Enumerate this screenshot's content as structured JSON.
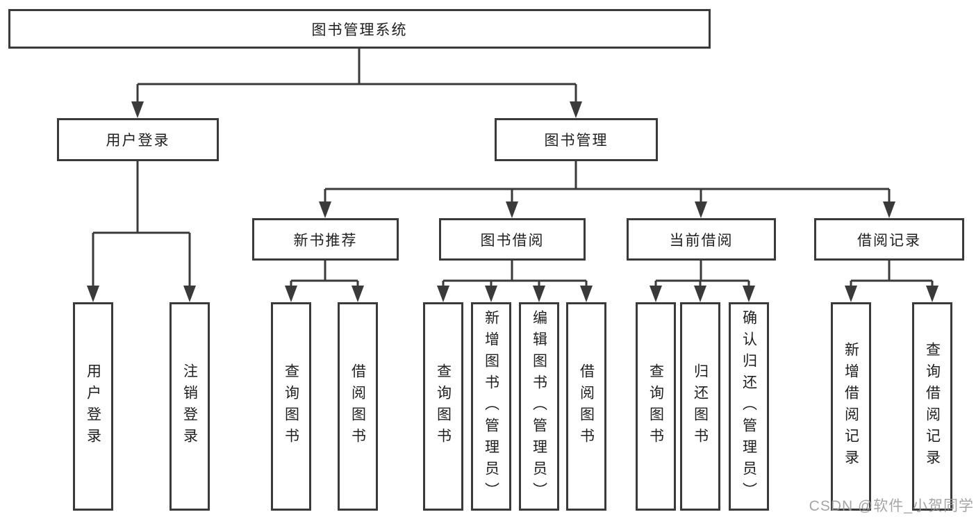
{
  "root": {
    "label": "图书管理系统"
  },
  "branches": {
    "user_login": {
      "label": "用户登录"
    },
    "book_management": {
      "label": "图书管理"
    }
  },
  "modules": {
    "new_book_recommend": {
      "label": "新书推荐",
      "parent": "图书管理"
    },
    "book_borrowing": {
      "label": "图书借阅",
      "parent": "图书管理"
    },
    "current_borrowing": {
      "label": "当前借阅",
      "parent": "图书管理"
    },
    "borrowing_records": {
      "label": "借阅记录",
      "parent": "图书管理"
    }
  },
  "functions": {
    "login": {
      "label": "用户登录",
      "parent": "用户登录"
    },
    "logout": {
      "label": "注销登录",
      "parent": "用户登录"
    },
    "recommend_query_book": {
      "label": "查询图书",
      "parent": "新书推荐"
    },
    "recommend_borrow_book": {
      "label": "借阅图书",
      "parent": "新书推荐"
    },
    "borrow_query_book": {
      "label": "查询图书",
      "parent": "图书借阅"
    },
    "borrow_add_book": {
      "label": "新增图书（管理员）",
      "parent": "图书借阅"
    },
    "borrow_edit_book": {
      "label": "编辑图书（管理员）",
      "parent": "图书借阅"
    },
    "borrow_borrow_book": {
      "label": "借阅图书",
      "parent": "图书借阅"
    },
    "current_query_book": {
      "label": "查询图书",
      "parent": "当前借阅"
    },
    "current_return_book": {
      "label": "归还图书",
      "parent": "当前借阅"
    },
    "current_confirm_return": {
      "label": "确认归还（管理员）",
      "parent": "当前借阅"
    },
    "records_add_record": {
      "label": "新增借阅记录",
      "parent": "借阅记录"
    },
    "records_query_record": {
      "label": "查询借阅记录",
      "parent": "借阅记录"
    }
  },
  "watermark": "CSDN @软件_小贺同学",
  "colors": {
    "line": "#3a3a3a",
    "border": "#3a3a3a",
    "text": "#1f1f1f",
    "watermark": "#999999",
    "background": "#ffffff"
  }
}
